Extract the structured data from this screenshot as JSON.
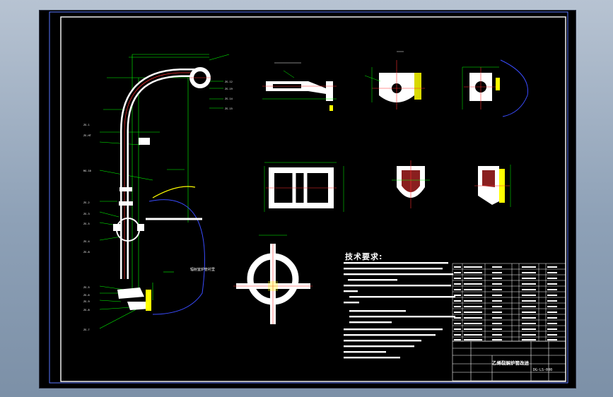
{
  "drawing": {
    "technical_requirements_title": "技术要求:",
    "title_block_name": "乙烯裂解炉管改进",
    "title_block_code": "DG-LS-000",
    "callout_note": "辐射室炉管衬里",
    "colors": {
      "background": "#000000",
      "frame": "#ffffff",
      "dimension": "#00ff00",
      "centerline": "#ff3030",
      "part": "#ffffff",
      "accent_cyan": "#00ffff",
      "accent_yellow": "#ffff00",
      "hatch": "#8a1f1f",
      "outline_blue": "#3a4cff",
      "table_line": "#ffffff"
    }
  }
}
